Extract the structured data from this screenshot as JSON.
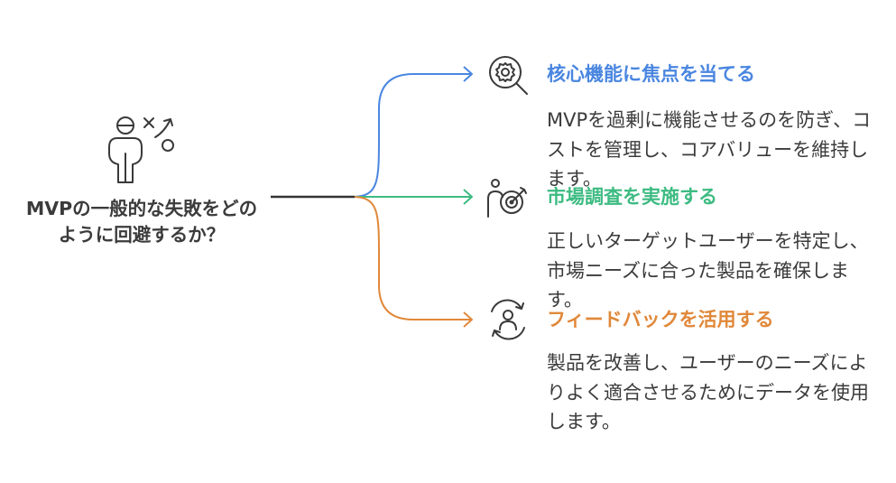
{
  "root": {
    "title": "MVPの一般的な失敗をどのように回避するか？"
  },
  "branches": [
    {
      "title": "核心機能に焦点を当てる",
      "description": "MVPを過剰に機能させるのを防ぎ、コストを管理し、コアバリューを維持します。",
      "color": "#4a86e0",
      "icon": "gear-search-icon"
    },
    {
      "title": "市場調査を実施する",
      "description": "正しいターゲットユーザーを特定し、市場ニーズに合った製品を確保します。",
      "color": "#3dbb82",
      "icon": "target-person-icon"
    },
    {
      "title": "フィードバックを活用する",
      "description": "製品を改善し、ユーザーのニーズによりよく適合させるためにデータを使用します。",
      "color": "#e0883a",
      "icon": "feedback-cycle-icon"
    }
  ]
}
